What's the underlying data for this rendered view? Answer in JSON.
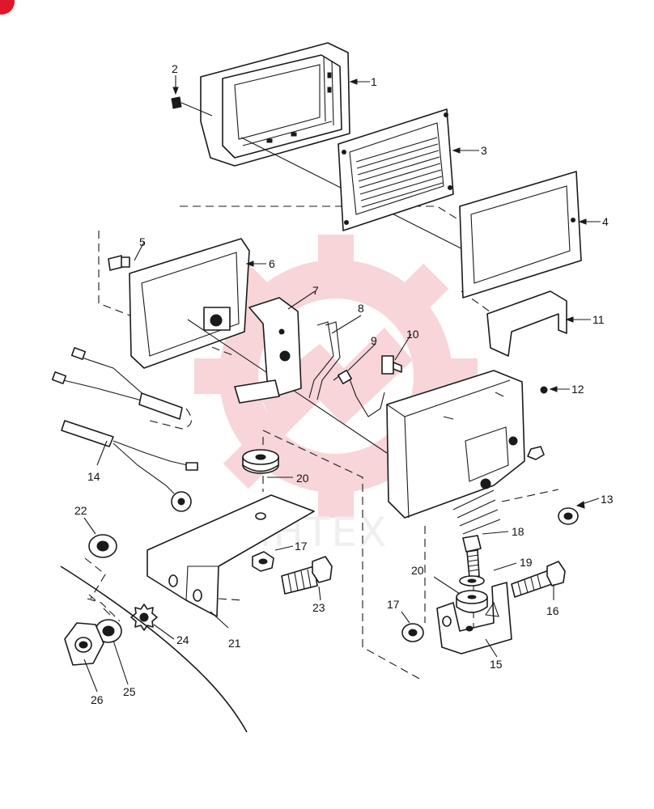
{
  "accent_color": "#e0162b",
  "watermark": {
    "text": "ИНТЕХ",
    "gear_color": "#f6c5c8"
  },
  "callouts": [
    {
      "id": "1",
      "label": "1"
    },
    {
      "id": "2",
      "label": "2"
    },
    {
      "id": "3",
      "label": "3"
    },
    {
      "id": "4",
      "label": "4"
    },
    {
      "id": "5",
      "label": "5"
    },
    {
      "id": "6",
      "label": "6"
    },
    {
      "id": "7",
      "label": "7"
    },
    {
      "id": "8",
      "label": "8"
    },
    {
      "id": "9",
      "label": "9"
    },
    {
      "id": "10",
      "label": "10"
    },
    {
      "id": "11",
      "label": "11"
    },
    {
      "id": "12",
      "label": "12"
    },
    {
      "id": "13",
      "label": "13"
    },
    {
      "id": "14",
      "label": "14"
    },
    {
      "id": "15",
      "label": "15"
    },
    {
      "id": "16",
      "label": "16"
    },
    {
      "id": "17a",
      "label": "17"
    },
    {
      "id": "17b",
      "label": "17"
    },
    {
      "id": "18",
      "label": "18"
    },
    {
      "id": "19",
      "label": "19"
    },
    {
      "id": "20a",
      "label": "20"
    },
    {
      "id": "20b",
      "label": "20"
    },
    {
      "id": "21",
      "label": "21"
    },
    {
      "id": "22",
      "label": "22"
    },
    {
      "id": "23",
      "label": "23"
    },
    {
      "id": "24",
      "label": "24"
    },
    {
      "id": "25",
      "label": "25"
    },
    {
      "id": "26",
      "label": "26"
    }
  ]
}
